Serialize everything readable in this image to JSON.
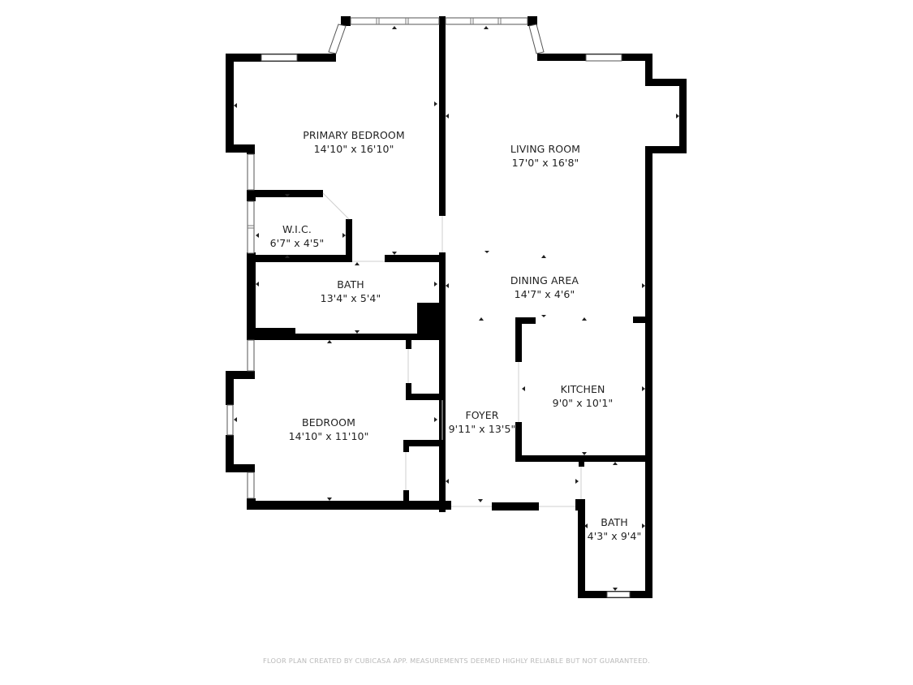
{
  "floor_plan": {
    "rooms": [
      {
        "id": "primary-bedroom",
        "name": "PRIMARY BEDROOM",
        "dims": "14'10\" x 16'10\""
      },
      {
        "id": "living-room",
        "name": "LIVING ROOM",
        "dims": "17'0\" x 16'8\""
      },
      {
        "id": "wic",
        "name": "W.I.C.",
        "dims": "6'7\" x 4'5\""
      },
      {
        "id": "bath-1",
        "name": "BATH",
        "dims": "13'4\" x 5'4\""
      },
      {
        "id": "dining-area",
        "name": "DINING AREA",
        "dims": "14'7\" x 4'6\""
      },
      {
        "id": "kitchen",
        "name": "KITCHEN",
        "dims": "9'0\" x 10'1\""
      },
      {
        "id": "bedroom",
        "name": "BEDROOM",
        "dims": "14'10\" x 11'10\""
      },
      {
        "id": "foyer",
        "name": "FOYER",
        "dims": "9'11\" x 13'5\""
      },
      {
        "id": "bath-2",
        "name": "BATH",
        "dims": "4'3\" x 9'4\""
      }
    ],
    "colors": {
      "wall": "#000000",
      "background": "#ffffff",
      "label": "#222222",
      "footer": "#b9b9b9"
    }
  },
  "footer": {
    "disclaimer": "FLOOR PLAN CREATED BY CUBICASA APP. MEASUREMENTS DEEMED HIGHLY RELIABLE BUT NOT GUARANTEED."
  }
}
